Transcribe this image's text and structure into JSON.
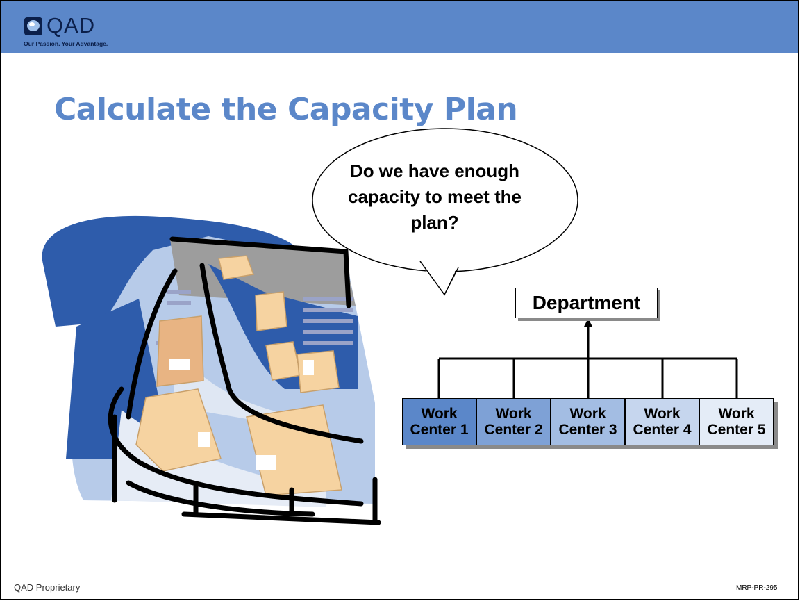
{
  "header": {
    "logo_text": "QAD",
    "tagline": "Our Passion. Your Advantage."
  },
  "slide": {
    "title": "Calculate the Capacity Plan",
    "speech_bubble": "Do we have enough capacity to meet the plan?"
  },
  "diagram": {
    "parent": "Department",
    "children": [
      {
        "line1": "Work",
        "line2": "Center 1",
        "fill": "#5b87c9"
      },
      {
        "line1": "Work",
        "line2": "Center 2",
        "fill": "#7ea1d6"
      },
      {
        "line1": "Work",
        "line2": "Center 3",
        "fill": "#a3bde3"
      },
      {
        "line1": "Work",
        "line2": "Center 4",
        "fill": "#c6d6ee"
      },
      {
        "line1": "Work",
        "line2": "Center 5",
        "fill": "#e4ecf7"
      }
    ]
  },
  "footer": {
    "left": "QAD Proprietary",
    "right": "MRP-PR-295"
  },
  "colors": {
    "header_band": "#5b87c9",
    "title": "#5b87c9"
  }
}
